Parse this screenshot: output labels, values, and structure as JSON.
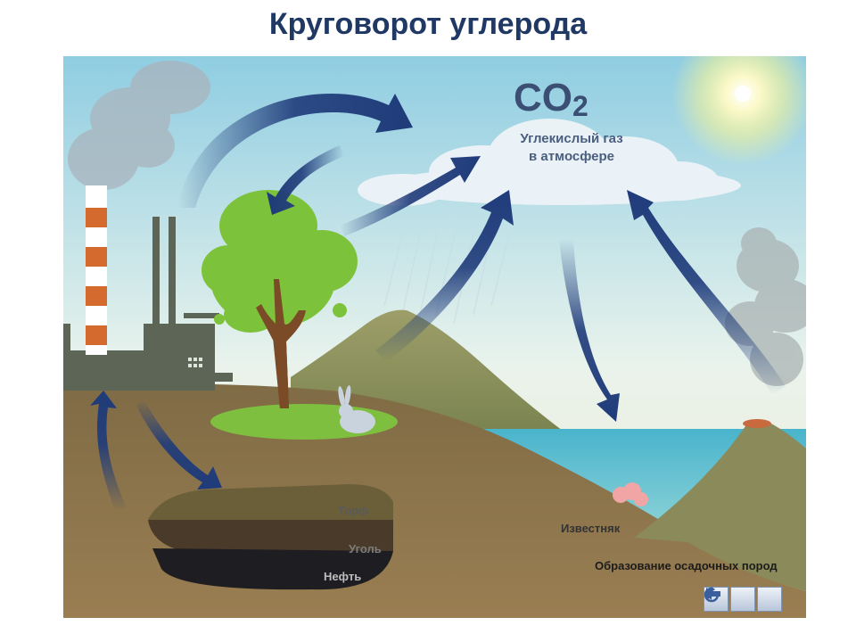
{
  "title": "Круговорот углерода",
  "atmosphere": {
    "formula_main": "CO",
    "formula_sub": "2",
    "caption_line1": "Углекислый газ",
    "caption_line2": "в атмосфере"
  },
  "deposits": {
    "peat": "Торф",
    "coal": "Уголь",
    "oil": "Нефть"
  },
  "ocean": {
    "limestone": "Известняк",
    "sediment": "Образование осадочных пород"
  },
  "navigation": {
    "back_icon": "arrow-left-icon",
    "forward_icon": "play-icon",
    "replay_icon": "replay-icon"
  },
  "colors": {
    "title": "#1f3864",
    "arrow": "#1f3b7a",
    "ground": "#7a6a48",
    "sea": "#4fb7cf"
  }
}
